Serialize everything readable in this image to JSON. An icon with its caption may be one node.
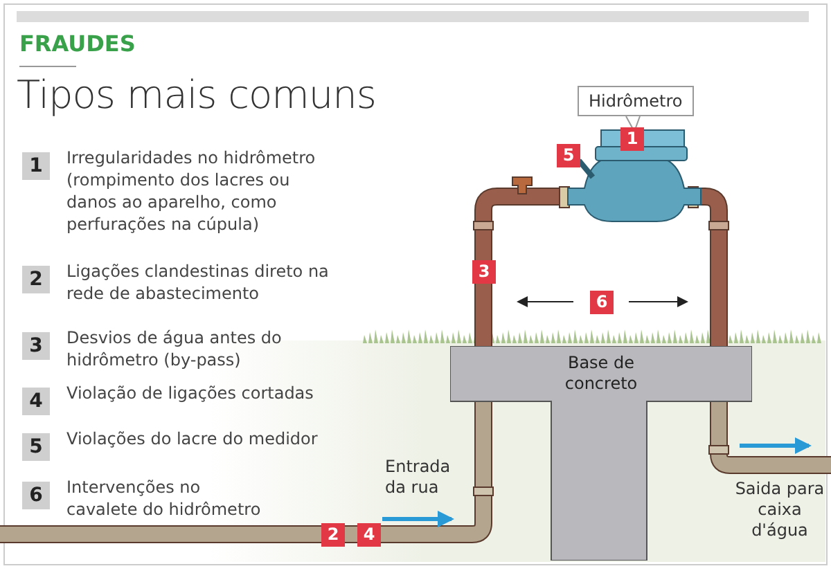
{
  "diagram": {
    "title": "Tipos mais comuns",
    "nodes": [
      {
        "text": [
          "1"
        ],
        "beside": [
          "Irregularidades no hidrômetro (rompimento dos lacres ou danos ao aparelho, como perfurações na cúpula)"
        ]
      },
      {
        "text": [
          "2"
        ],
        "beside": [
          "Ligações clandestinas direto na rede de abastecimento"
        ]
      },
      {
        "text": [
          "3"
        ],
        "beside": [
          "Desvios de água antes do hidrômetro (by-pass)"
        ]
      },
      {
        "text": [
          "4"
        ],
        "beside": [
          "Violação de ligações cortadas"
        ]
      },
      {
        "text": [
          "5"
        ],
        "beside": [
          "Violações do lacre do medidor"
        ]
      },
      {
        "text": [
          "6"
        ],
        "beside": [
          "Intervenções no cavalete do hidrômetro"
        ]
      },
      {
        "text": [
          "Hidrômetro"
        ]
      },
      {
        "text": [
          "1"
        ]
      },
      {
        "text": [
          "5"
        ]
      },
      {
        "text": [
          "3"
        ]
      },
      {
        "text": [
          "6"
        ]
      },
      {
        "text": [
          "Base de concreto"
        ]
      },
      {
        "text": [
          "2"
        ]
      },
      {
        "text": [
          "4"
        ]
      }
    ],
    "labels": [
      "FRAUDES",
      "Entrada da rua",
      "Saida para caixa d'água"
    ]
  }
}
